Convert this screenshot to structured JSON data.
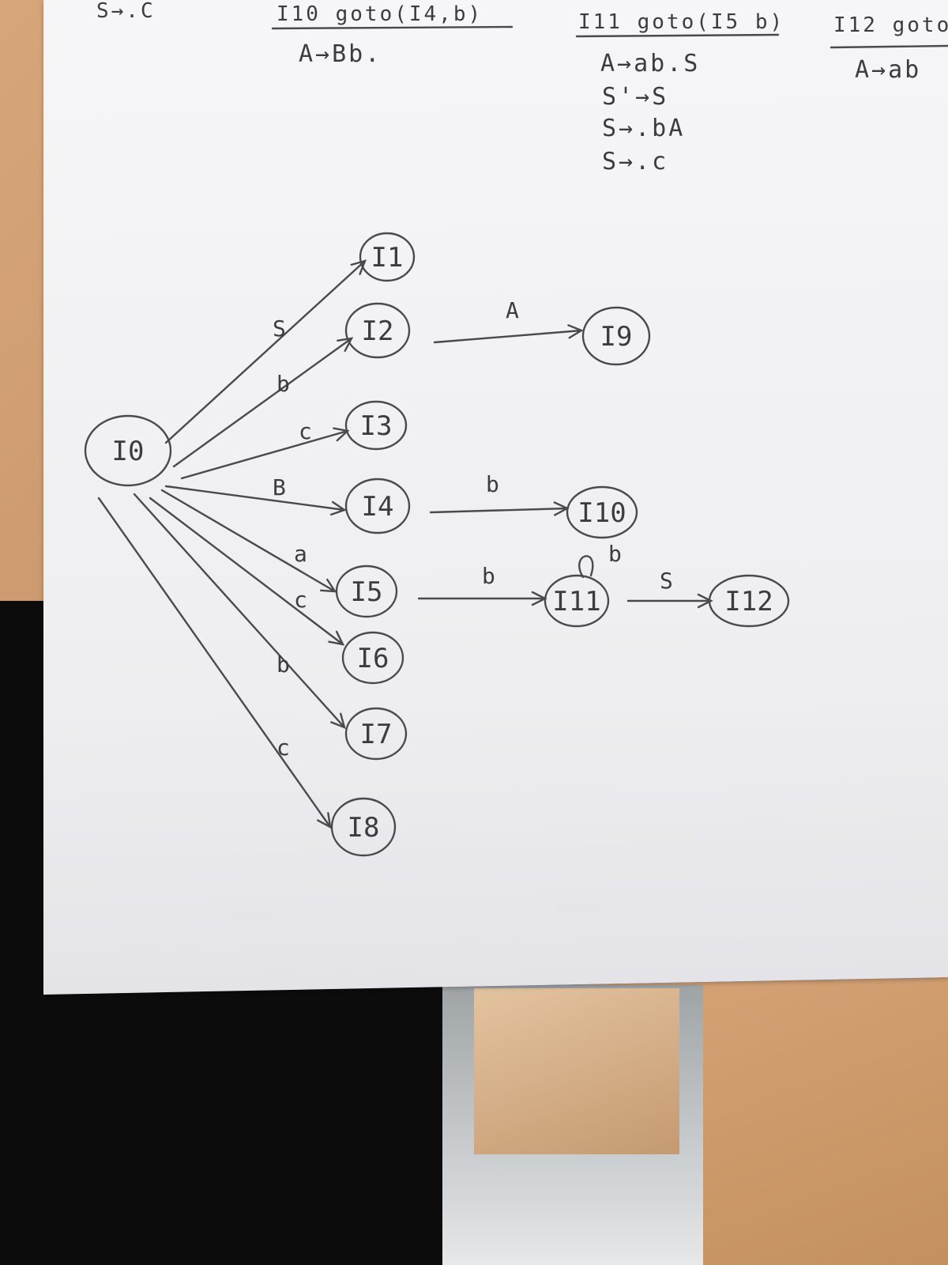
{
  "top_left_fragment": "S→.C",
  "item_sets": [
    {
      "header": "I10 goto(I4,b)",
      "productions": [
        "A→Bb."
      ]
    },
    {
      "header": "I11 goto(I5 b)",
      "productions": [
        "A→ab.S",
        "S'→S",
        "S→.bA",
        "S→.c"
      ]
    },
    {
      "header": "I12 goto",
      "productions": [
        "A→ab"
      ]
    }
  ],
  "states": [
    {
      "id": "I0",
      "label": "I0"
    },
    {
      "id": "I1",
      "label": "I1"
    },
    {
      "id": "I2",
      "label": "I2"
    },
    {
      "id": "I3",
      "label": "I3"
    },
    {
      "id": "I4",
      "label": "I4"
    },
    {
      "id": "I5",
      "label": "I5"
    },
    {
      "id": "I6",
      "label": "I6"
    },
    {
      "id": "I7",
      "label": "I7"
    },
    {
      "id": "I8",
      "label": "I8"
    },
    {
      "id": "I9",
      "label": "I9"
    },
    {
      "id": "I10",
      "label": "I10"
    },
    {
      "id": "I11",
      "label": "I11"
    },
    {
      "id": "I12",
      "label": "I12"
    }
  ],
  "transitions": [
    {
      "from": "I0",
      "to": "I1",
      "symbol": "S"
    },
    {
      "from": "I0",
      "to": "I2",
      "symbol": "b"
    },
    {
      "from": "I0",
      "to": "I3",
      "symbol": "c"
    },
    {
      "from": "I0",
      "to": "I4",
      "symbol": "B"
    },
    {
      "from": "I0",
      "to": "I5",
      "symbol": "a"
    },
    {
      "from": "I0",
      "to": "I6",
      "symbol": "c"
    },
    {
      "from": "I0",
      "to": "I7",
      "symbol": "b"
    },
    {
      "from": "I0",
      "to": "I8",
      "symbol": "c"
    },
    {
      "from": "I2",
      "to": "I9",
      "symbol": "A"
    },
    {
      "from": "I4",
      "to": "I10",
      "symbol": "b"
    },
    {
      "from": "I5",
      "to": "I11",
      "symbol": "b"
    },
    {
      "from": "I11",
      "to": "I11",
      "symbol": "b"
    },
    {
      "from": "I11",
      "to": "I12",
      "symbol": "S"
    }
  ]
}
